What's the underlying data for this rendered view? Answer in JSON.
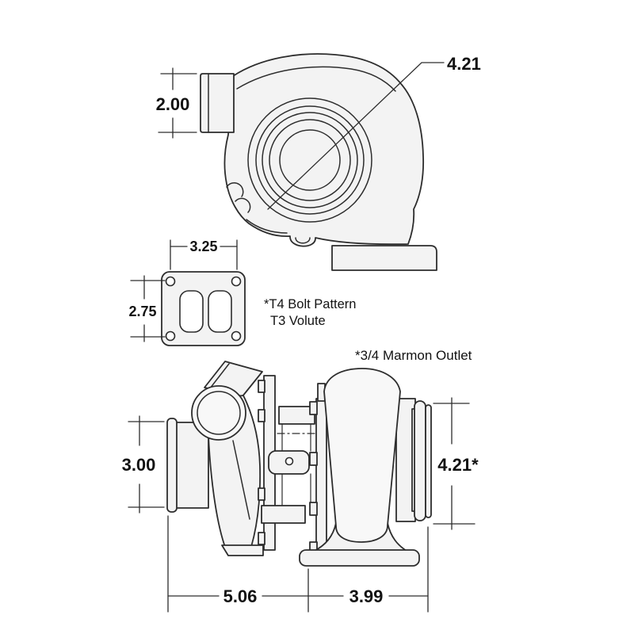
{
  "style": {
    "background": "#ffffff",
    "line": "#2d2d2d",
    "fill": "#f3f3f3",
    "fill_light": "#f8f8f8",
    "text": "#121212"
  },
  "top_view": {
    "dim_inlet_width": "2.00",
    "dim_volute_face": "4.21"
  },
  "flange_view": {
    "dim_width": "3.25",
    "dim_height": "2.75",
    "note_line1": "*T4 Bolt Pattern",
    "note_line2": "T3 Volute"
  },
  "side_view": {
    "note_marmon": "*3/4 Marmon Outlet",
    "dim_inlet_od": "3.00",
    "dim_turbine_od": "4.21*",
    "dim_length_compressor": "5.06",
    "dim_length_turbine": "3.99"
  }
}
